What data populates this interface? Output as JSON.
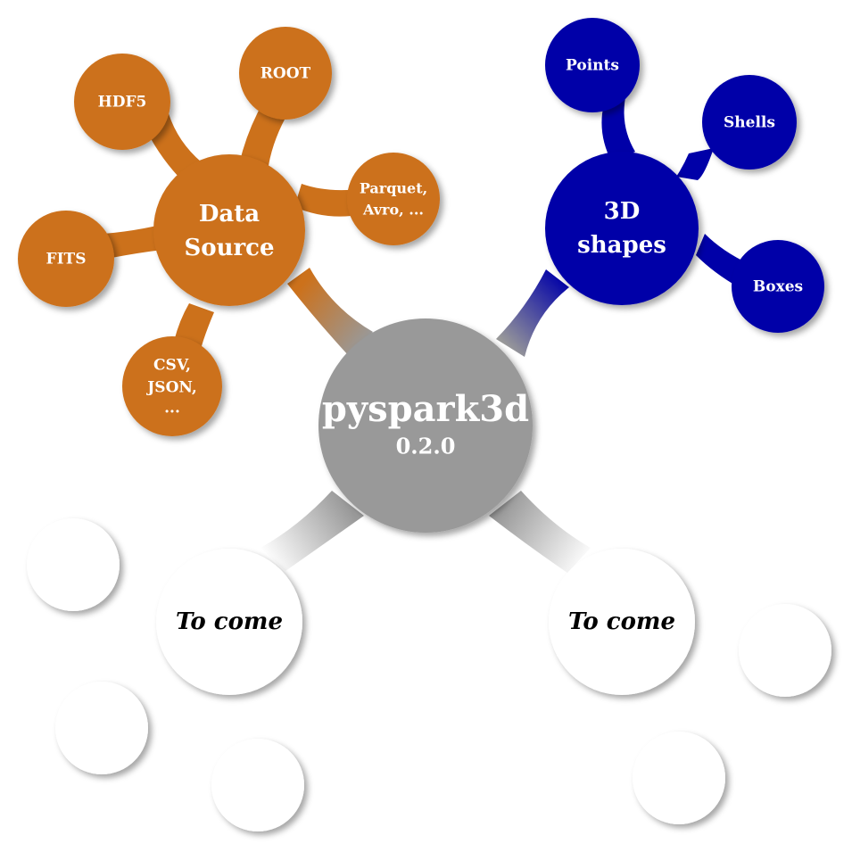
{
  "center": {
    "title": "pyspark3d",
    "version": "0.2.0",
    "color": "#999999"
  },
  "data_source": {
    "label_line1": "Data",
    "label_line2": "Source",
    "color": "#CC711B",
    "leaves": {
      "hdf5": "HDF5",
      "root": "ROOT",
      "parquet_line1": "Parquet,",
      "parquet_line2": "Avro, ...",
      "fits": "FITS",
      "csv_line1": "CSV,",
      "csv_line2": "JSON,",
      "csv_line3": "..."
    }
  },
  "shapes": {
    "label_line1": "3D",
    "label_line2": "shapes",
    "color": "#0000A8",
    "leaves": {
      "points": "Points",
      "shells": "Shells",
      "boxes": "Boxes"
    }
  },
  "to_come_left": {
    "label": "To come"
  },
  "to_come_right": {
    "label": "To come"
  }
}
